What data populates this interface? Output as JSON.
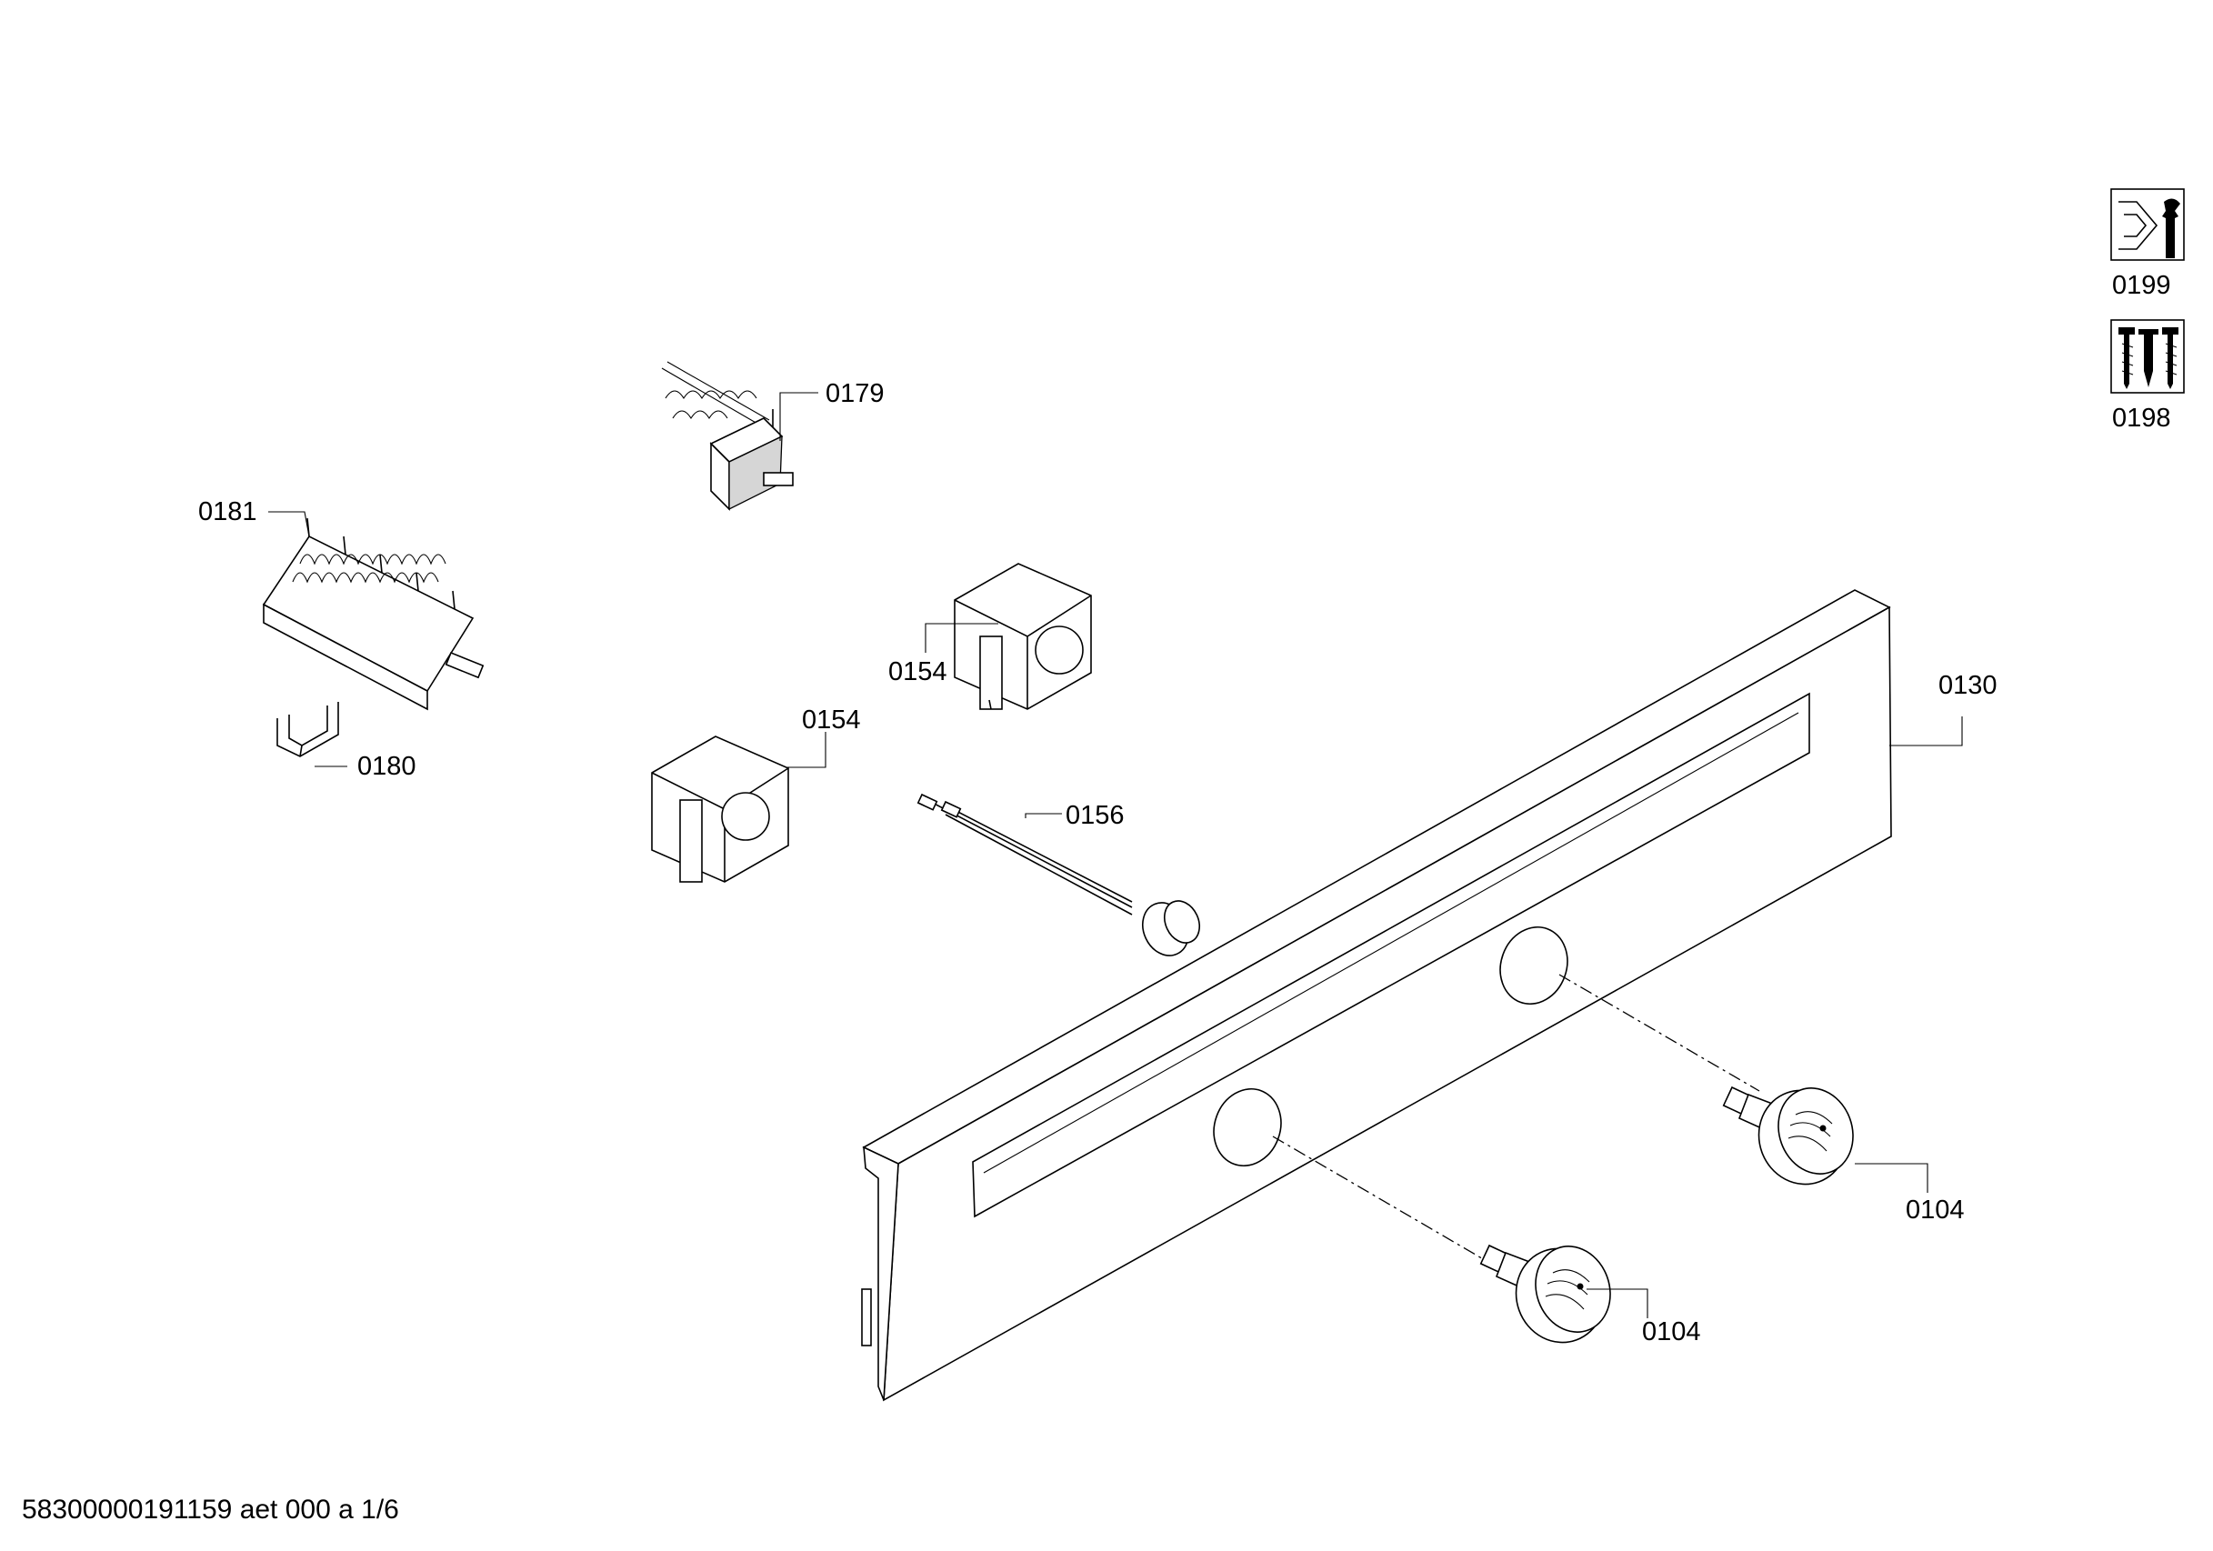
{
  "diagram": {
    "labels": {
      "p0179": "0179",
      "p0181": "0181",
      "p0180": "0180",
      "p0154a": "0154",
      "p0154b": "0154",
      "p0156": "0156",
      "p0130": "0130",
      "p0104a": "0104",
      "p0104b": "0104",
      "p0199": "0199",
      "p0198": "0198"
    },
    "icons": {
      "p0199": "tool-kit-icon",
      "p0198": "screws-icon"
    }
  },
  "footer": {
    "code": "58300000191159 aet 000 a 1/6"
  }
}
